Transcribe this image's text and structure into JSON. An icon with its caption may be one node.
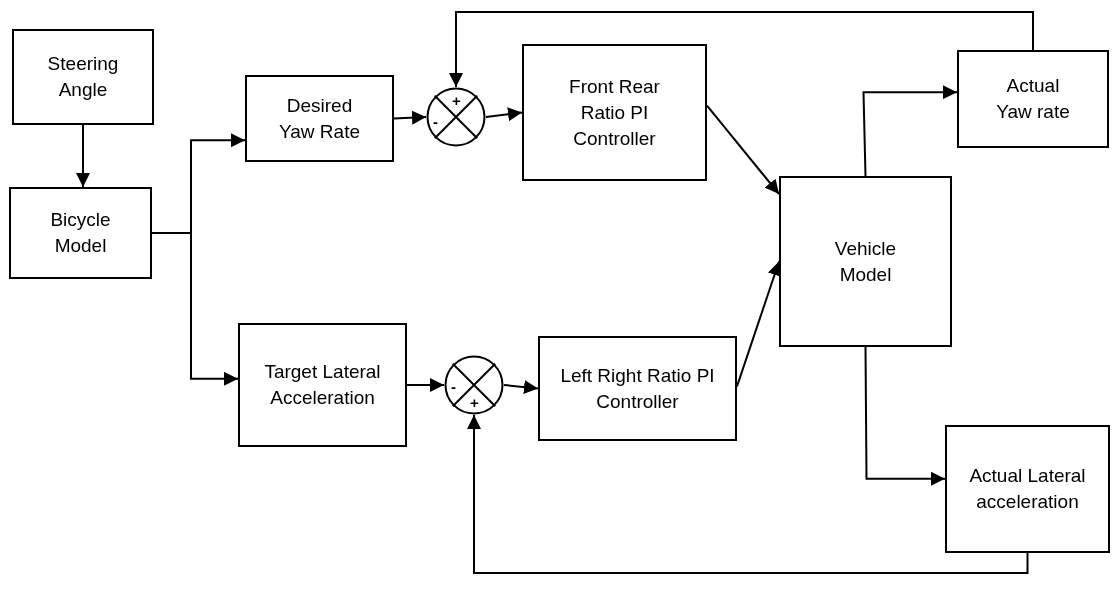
{
  "diagram": {
    "nodes": [
      {
        "text": [
          "Steering Angle"
        ]
      },
      {
        "text": [
          "Bicycle Model"
        ]
      },
      {
        "text": [
          "Desired Yaw Rate"
        ]
      },
      {
        "text": [
          "+",
          "-"
        ]
      },
      {
        "text": [
          "Front Rear Ratio PI Controller"
        ]
      },
      {
        "text": [
          "Target Lateral Acceleration"
        ]
      },
      {
        "text": [
          "-",
          "+"
        ]
      },
      {
        "text": [
          "Left Right Ratio PI Controller"
        ]
      },
      {
        "text": [
          "Vehicle Model"
        ]
      },
      {
        "text": [
          "Actual Yaw rate"
        ]
      },
      {
        "text": [
          "Actual Lateral acceleration"
        ]
      }
    ],
    "edges": [
      {
        "from": 0,
        "to": 1,
        "arrow": "to"
      },
      {
        "from": 1,
        "to": 2,
        "arrow": "to"
      },
      {
        "from": 1,
        "to": 5,
        "arrow": "to"
      },
      {
        "from": 2,
        "to": 3,
        "arrow": "to"
      },
      {
        "from": 3,
        "to": 4,
        "arrow": "to"
      },
      {
        "from": 5,
        "to": 6,
        "arrow": "to"
      },
      {
        "from": 6,
        "to": 7,
        "arrow": "to"
      },
      {
        "from": 4,
        "to": 8,
        "arrow": "to"
      },
      {
        "from": 7,
        "to": 8,
        "arrow": "to"
      },
      {
        "from": 8,
        "to": 9,
        "arrow": "to"
      },
      {
        "from": 8,
        "to": 10,
        "arrow": "to"
      },
      {
        "from": 9,
        "to": 3,
        "arrow": "to"
      },
      {
        "from": 10,
        "to": 6,
        "arrow": "to"
      }
    ]
  }
}
